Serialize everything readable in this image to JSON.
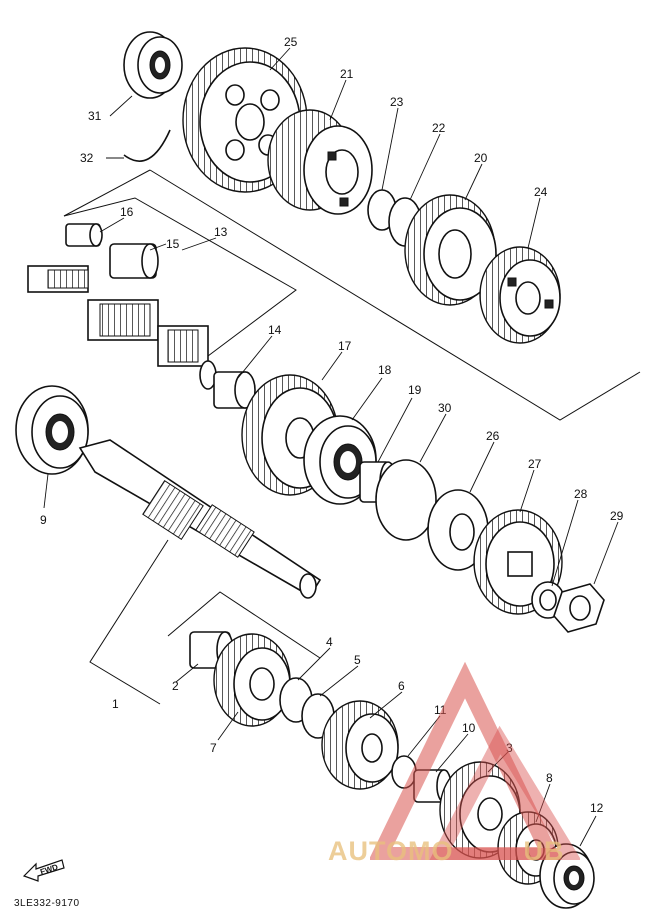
{
  "diagram": {
    "code": "3LE332-9170",
    "fwd_label": "FWD",
    "callouts": [
      "1",
      "2",
      "3",
      "4",
      "5",
      "6",
      "7",
      "8",
      "9",
      "10",
      "11",
      "12",
      "13",
      "14",
      "15",
      "16",
      "17",
      "18",
      "19",
      "20",
      "21",
      "22",
      "23",
      "24",
      "25",
      "26",
      "27",
      "28",
      "29",
      "30",
      "31",
      "32"
    ]
  },
  "watermark": {
    "text_left": "AUTOMO",
    "text_right": "UB",
    "color": "#e8c07c",
    "logo_color": "#d9534f"
  }
}
